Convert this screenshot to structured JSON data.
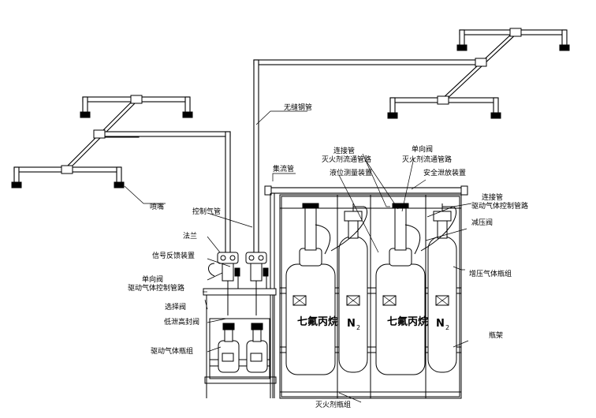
{
  "labels": {
    "nozzle": "喷嘴",
    "no_return_pipe": "无缝钢管",
    "header_pipe": "集流管",
    "connecting_pipe": "连接管",
    "agent_flow_pipe": "灭火剂流通管路",
    "check_valve_top": "单向阀",
    "agent_flow_pipe_2": "灭火剂流通管路",
    "safety_relief": "安全泄放装置",
    "level_gauge": "液位测量装置",
    "connecting_pipe_2": "连接管",
    "drive_gas_ctrl_pipe_right": "驱动气体控制管路",
    "pressure_reducer": "减压阀",
    "boost_gas_cylinder": "增压气体瓶组",
    "frame": "瓶架",
    "agent_cylinder_group": "灭火剂瓶组",
    "control_gas_pipe": "控制气管",
    "flange": "法兰",
    "signal_feedback": "信号反馈装置",
    "check_valve_left": "单向阀",
    "drive_gas_ctrl_pipe_left": "驱动气体控制管路",
    "selector_valve": "选择阀",
    "low_leak_valve": "低泄高封阀",
    "drive_gas_cylinder_group": "驱动气体瓶组",
    "cyl_hfc": "七氟丙烷",
    "cyl_n2": "N",
    "cyl_n2_sub": "2"
  }
}
